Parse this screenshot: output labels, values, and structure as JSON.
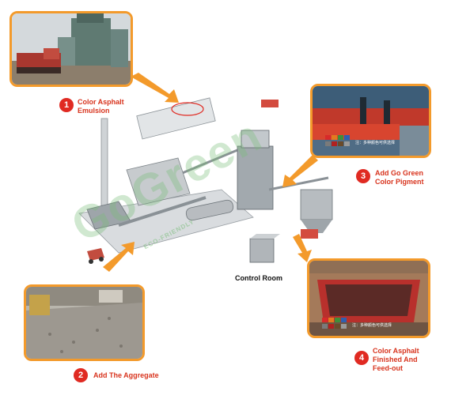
{
  "steps": [
    {
      "num": "1",
      "label": "Color Asphalt\nEmulsion"
    },
    {
      "num": "2",
      "label": "Add The Aggregate"
    },
    {
      "num": "3",
      "label": "Add Go Green\nColor Pigment"
    },
    {
      "num": "4",
      "label": "Color Asphalt\nFinished And\nFeed-out"
    }
  ],
  "control_room_label": "Control Room",
  "watermark_text": "GoGreen",
  "watermark_sub": "ECO-FRIENDLY",
  "note_text": "注：多种颜色可供选择",
  "colors": {
    "border": "#f39a2b",
    "arrow": "#f39a2b",
    "badge": "#e02a22",
    "label": "#d8341e",
    "swatches": [
      "#d82a2a",
      "#e37a1f",
      "#3f8f3a",
      "#2f5fb0",
      "#7a7a7a",
      "#b02020",
      "#6a4a2a",
      "#9a9a9a"
    ]
  }
}
